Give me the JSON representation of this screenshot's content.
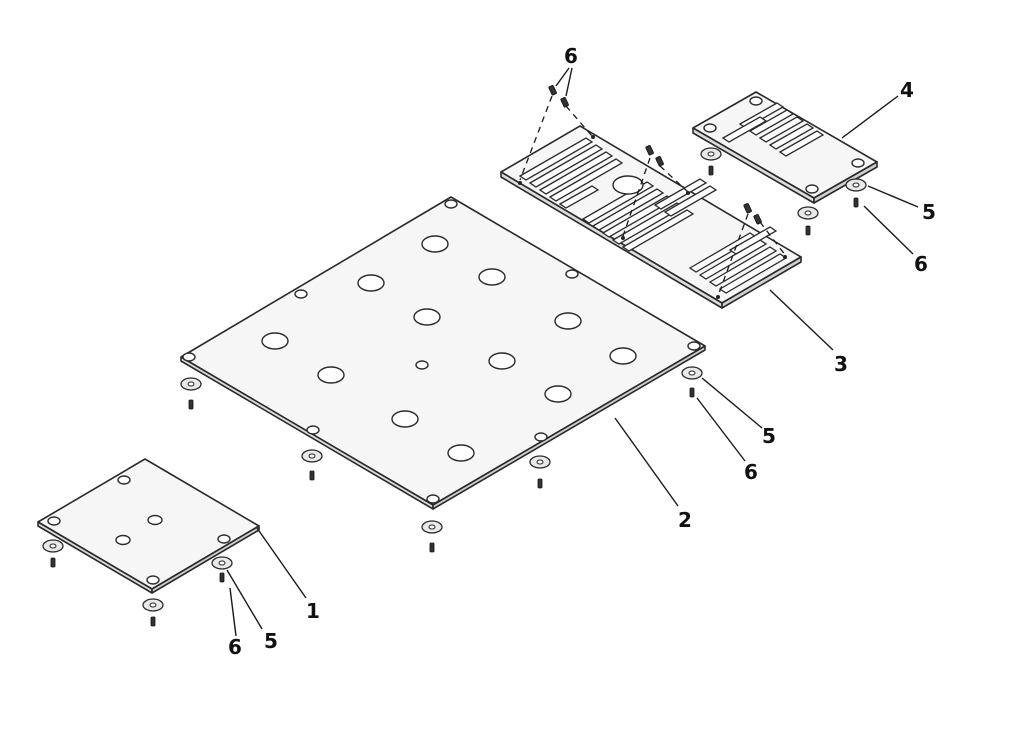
{
  "labels": {
    "plate_small": "1",
    "plate_large": "2",
    "grille_large": "3",
    "grille_small": "4",
    "washer": "5",
    "screw": "6"
  }
}
